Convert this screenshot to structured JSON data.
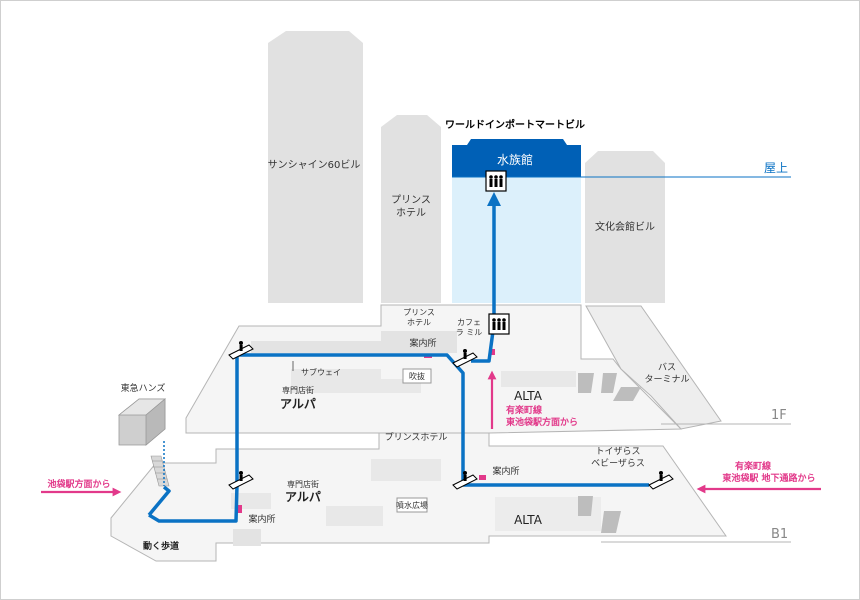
{
  "buildings": {
    "sunshine60": "サンシャイン60ビル",
    "prince_hotel_tower": [
      "プリンス",
      "ホテル"
    ],
    "world_import_mart": "ワールドインポートマートビル",
    "aquarium": "水族館",
    "bunka_kaikan": "文化会館ビル",
    "tokyu_hands": "東急ハンズ"
  },
  "floors": {
    "rooftop": "屋上",
    "first": "1F",
    "basement": "B1"
  },
  "first_floor": {
    "prince_hotel": [
      "プリンス",
      "ホテル"
    ],
    "cafe": [
      "カフェ",
      "ラ ミル"
    ],
    "info": "案内所",
    "subway": "サブウェイ",
    "fukinuke": "吹抜",
    "alpa_small": "専門店街",
    "alpa_big": "アルパ",
    "alta": "ALTA",
    "bus": [
      "バス",
      "ターミナル"
    ]
  },
  "basement": {
    "prince_hotel": "プリンスホテル",
    "alpa_small": "専門店街",
    "alpa_big": "アルパ",
    "info_left": "案内所",
    "info_right": "案内所",
    "fountain": "噴水広場",
    "alta": "ALTA",
    "toys": [
      "トイザらス",
      "ベビーザらス"
    ],
    "moving_walkway": "動く歩道"
  },
  "access": {
    "yurakucho_line": [
      "有楽町線",
      "東池袋駅方面から"
    ],
    "ikebukuro": "池袋駅方面から",
    "higashi_ikebukuro": [
      "有楽町線",
      "東池袋駅 地下通路から"
    ]
  },
  "colors": {
    "route": "#0a72c4",
    "access_arrow": "#e2398a",
    "aquarium_band": "#0060b6",
    "aquarium_glass": "#dcf0fb",
    "building": "#e1e1e1"
  },
  "icons": [
    "elevator-icon",
    "escalator-icon",
    "arrow-up-icon",
    "arrow-right-icon",
    "arrow-left-icon"
  ]
}
